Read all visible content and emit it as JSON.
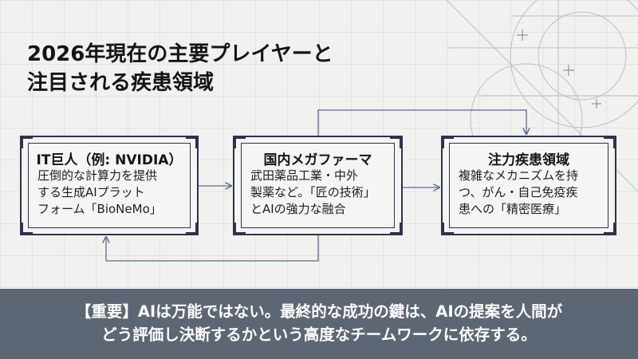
{
  "title": {
    "line1": "2026年現在の主要プレイヤーと",
    "line2": "注目される疾患領域"
  },
  "boxes": [
    {
      "heading": "IT巨人（例: NVIDIA）",
      "lines": [
        "圧倒的な計算力を提供",
        "する生成AIプラット",
        "フォーム「BioNeMo」"
      ]
    },
    {
      "heading": "国内メガファーマ",
      "lines": [
        "武田薬品工業・中外",
        "製薬など。「匠の技術」",
        "とAIの強力な融合"
      ]
    },
    {
      "heading": "注力疾患領域",
      "lines": [
        "複雑なメカニズムを持",
        "つ、がん・自己免疫疾",
        "患への「精密医療」"
      ]
    }
  ],
  "banner": {
    "line1": "【重要】AIは万能ではない。最終的な成功の鍵は、AIの提案を人間が",
    "line2": "どう評価し決断するかという高度なチームワークに依存する。"
  },
  "colors": {
    "background": "#f1f1ef",
    "box_border": "#2e3250",
    "banner": "#5d6674",
    "arrow": "#5a6a90"
  }
}
